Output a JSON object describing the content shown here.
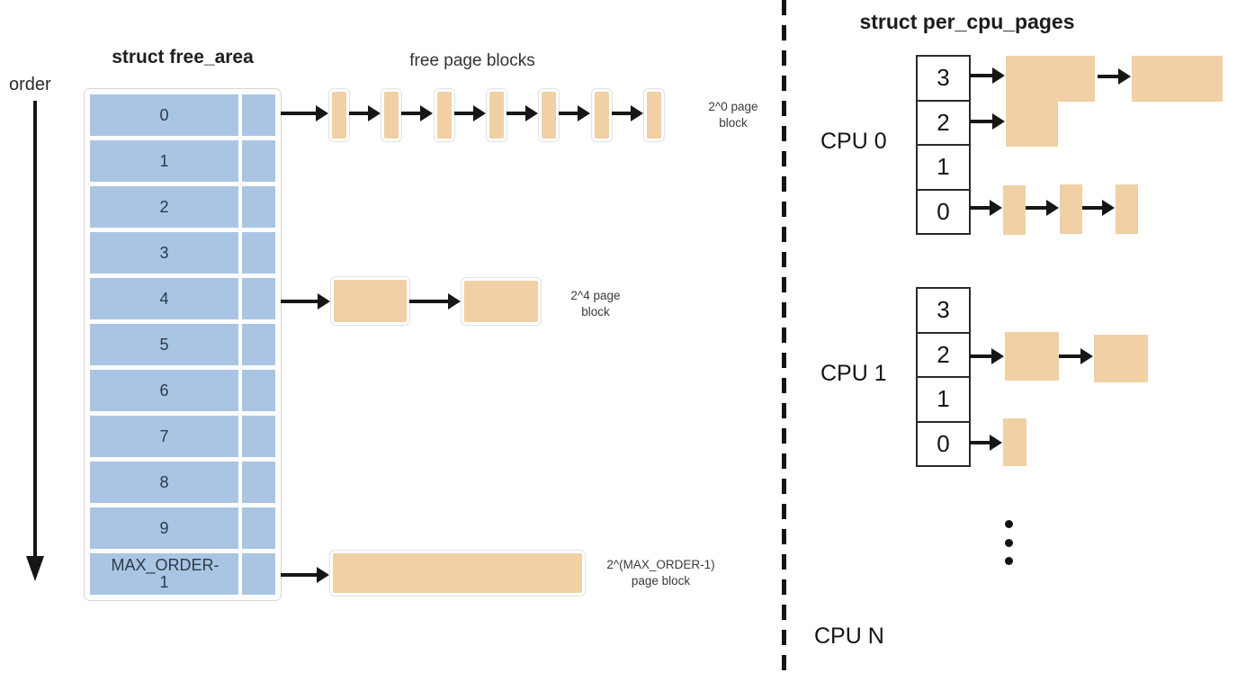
{
  "left": {
    "axis_label": "order",
    "title": "struct free_area",
    "subtitle": "free page blocks",
    "rows": [
      "0",
      "1",
      "2",
      "3",
      "4",
      "5",
      "6",
      "7",
      "8",
      "9",
      "MAX_ORDER-1"
    ],
    "chains": [
      {
        "order_row": "0",
        "block_count": 7,
        "label_line1": "2^0 page",
        "label_line2": "block"
      },
      {
        "order_row": "4",
        "block_count": 2,
        "label_line1": "2^4 page",
        "label_line2": "block"
      },
      {
        "order_row": "MAX_ORDER-1",
        "block_count": 1,
        "label_line1": "2^(MAX_ORDER-1)",
        "label_line2": "page block"
      }
    ]
  },
  "right": {
    "title": "struct per_cpu_pages",
    "cpus": [
      {
        "label": "CPU 0",
        "cells": [
          "3",
          "2",
          "1",
          "0"
        ]
      },
      {
        "label": "CPU 1",
        "cells": [
          "3",
          "2",
          "1",
          "0"
        ]
      }
    ],
    "cpu_n_label": "CPU N"
  },
  "colors": {
    "free_area_cell": "#a9c5e3",
    "page_block": "#f0d0a4",
    "arrow": "#161616"
  }
}
